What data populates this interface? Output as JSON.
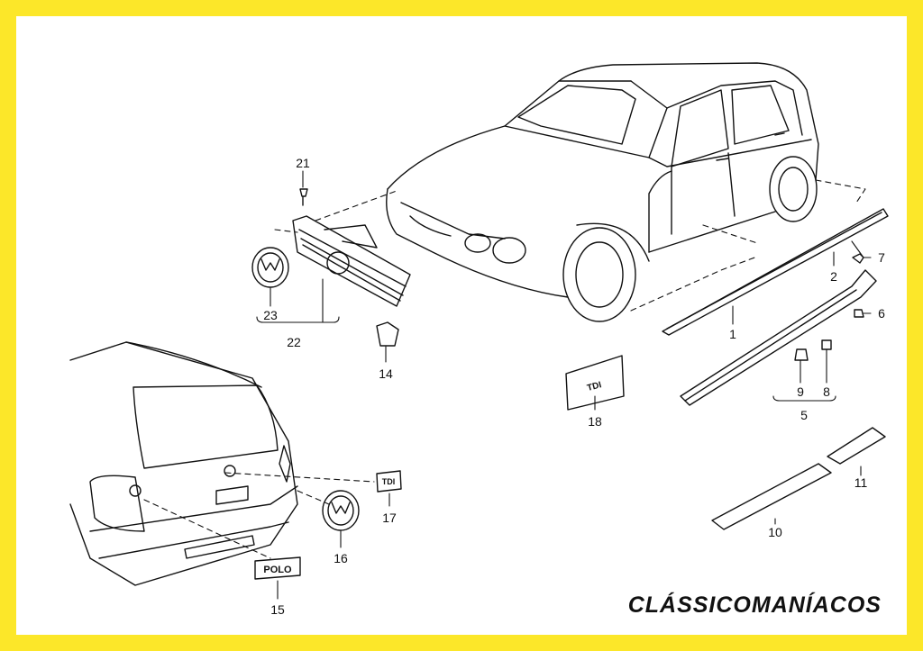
{
  "brand": {
    "text": "CLÁSSICOMANÍACOS"
  },
  "colors": {
    "border": "#fce729",
    "background": "#ffffff",
    "ink": "#111111"
  },
  "callouts": {
    "c1": "1",
    "c2": "2",
    "c5": "5",
    "c6": "6",
    "c7": "7",
    "c8": "8",
    "c9": "9",
    "c10": "10",
    "c11": "11",
    "c14": "14",
    "c15": "15",
    "c16": "16",
    "c17": "17",
    "c18": "18",
    "c21": "21",
    "c22": "22",
    "c23": "23"
  },
  "badges": {
    "badge15": "POLO",
    "badge17": "TDI",
    "badge18": "TDI"
  }
}
